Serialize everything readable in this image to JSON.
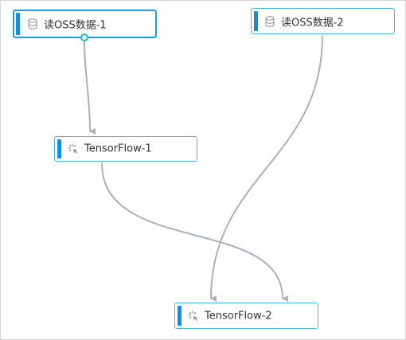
{
  "nodes": {
    "oss_reader_1": {
      "label": "读OSS数据-1",
      "icon": "database-icon",
      "selected": true
    },
    "oss_reader_2": {
      "label": "读OSS数据-2",
      "icon": "database-icon",
      "selected": false
    },
    "tensorflow_1": {
      "label": "TensorFlow-1",
      "icon": "loading-spinner-icon",
      "selected": false
    },
    "tensorflow_2": {
      "label": "TensorFlow-2",
      "icon": "loading-spinner-icon",
      "selected": false
    }
  },
  "edges": [
    {
      "from": "oss_reader_1",
      "to": "tensorflow_1"
    },
    {
      "from": "oss_reader_2",
      "to": "tensorflow_2"
    },
    {
      "from": "tensorflow_1",
      "to": "tensorflow_2"
    }
  ],
  "colors": {
    "node_border": "#4ab6e2",
    "node_border_selected": "#1e9be3",
    "node_accent_bar": "#0f8fe4",
    "edge": "#a9b1bb",
    "port": "#29b1d8"
  }
}
